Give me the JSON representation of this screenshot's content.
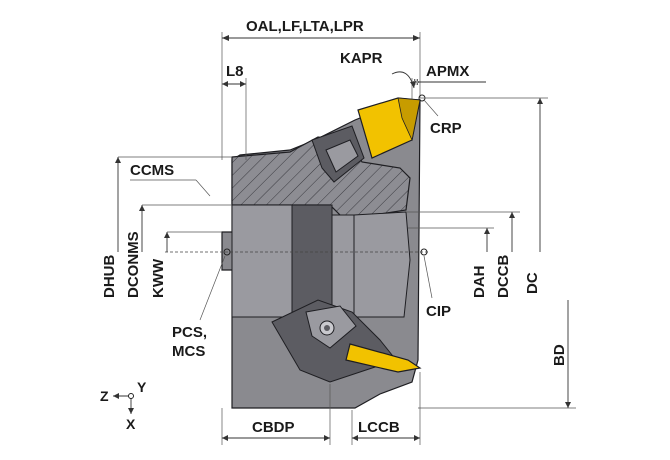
{
  "labels": {
    "oal": "OAL,LF,LTA,LPR",
    "l8": "L8",
    "kapr": "KAPR",
    "apmx": "APMX",
    "crp": "CRP",
    "ccms": "CCMS",
    "dhub": "DHUB",
    "dconms": "DCONMS",
    "kww": "KWW",
    "dah": "DAH",
    "dccb": "DCCB",
    "dc": "DC",
    "cip": "CIP",
    "pcs": "PCS,",
    "mcs": "MCS",
    "bd": "BD",
    "cbdp": "CBDP",
    "lccb": "LCCB",
    "axis_z": "Z",
    "axis_y": "Y",
    "axis_x": "X"
  },
  "colors": {
    "insert": "#f2c200",
    "body": "#8a8a8f",
    "background": "#ffffff"
  }
}
